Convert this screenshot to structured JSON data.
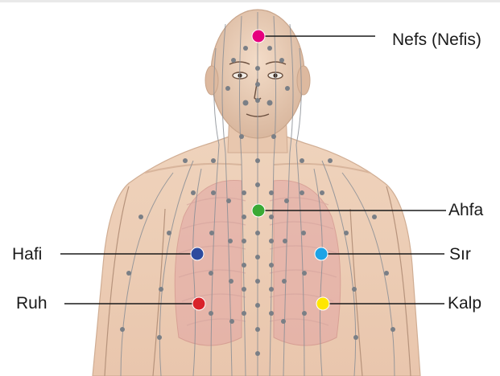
{
  "labels": {
    "nefs": "Nefs (Nefis)",
    "ahfa": "Ahfa",
    "sir": "Sır",
    "kalp": "Kalp",
    "hafi": "Hafi",
    "ruh": "Ruh"
  },
  "point_colors": {
    "nefs": "#e6007e",
    "ahfa": "#3aa935",
    "sir": "#1ea3e6",
    "kalp": "#ffe600",
    "hafi": "#2d4a9e",
    "ruh": "#d9222a"
  },
  "skin_color": "#eecfb6",
  "lung_color": "#e7b3b0"
}
